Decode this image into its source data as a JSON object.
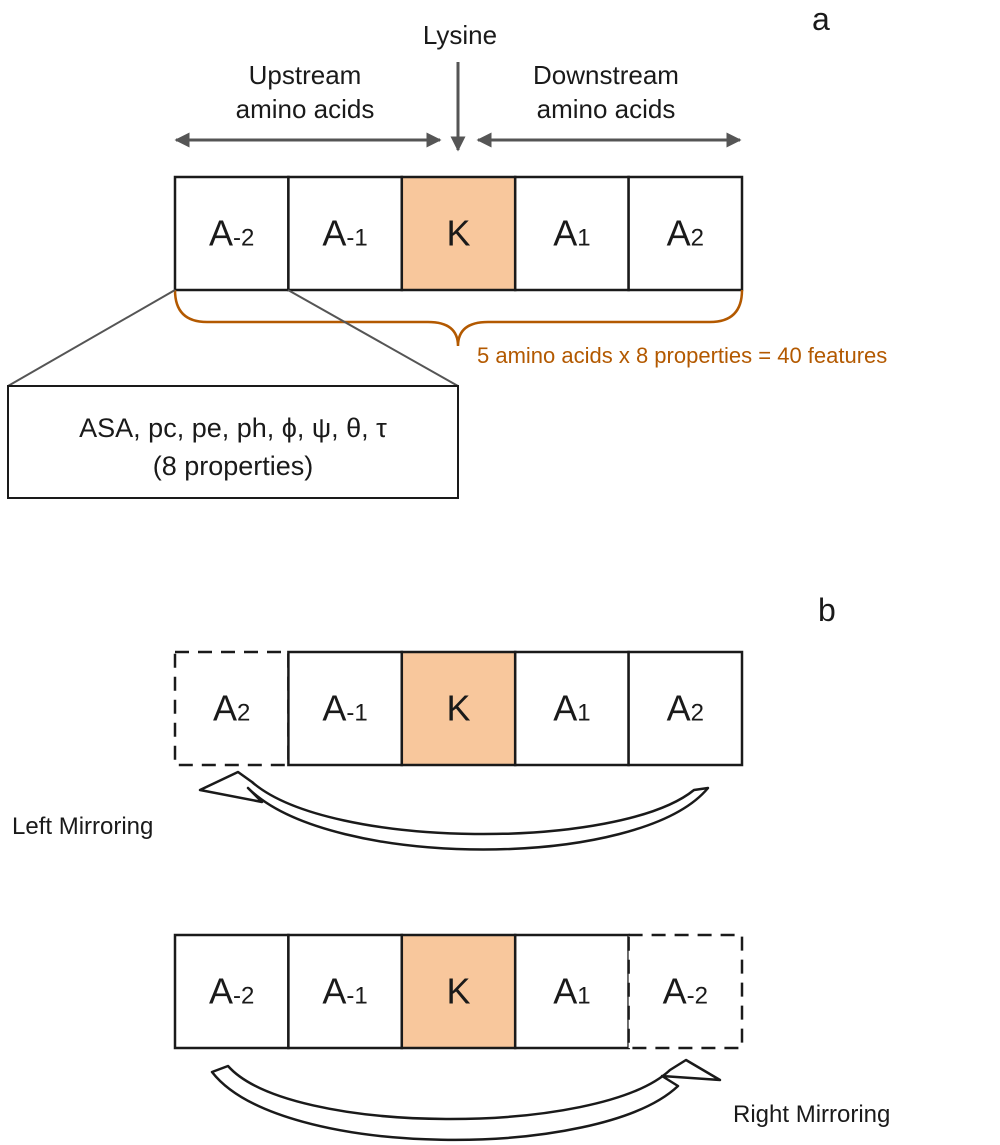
{
  "panel_a": {
    "letter": "a",
    "lysine_label": "Lysine",
    "upstream_label": [
      "Upstream",
      "amino acids"
    ],
    "downstream_label": [
      "Downstream",
      "amino acids"
    ],
    "cells": [
      {
        "base": "A",
        "sub": "-2",
        "highlight": false
      },
      {
        "base": "A",
        "sub": "-1",
        "highlight": false
      },
      {
        "base": "K",
        "sub": "",
        "highlight": true
      },
      {
        "base": "A",
        "sub": "1",
        "highlight": false
      },
      {
        "base": "A",
        "sub": "2",
        "highlight": false
      }
    ],
    "brace_note": "5 amino acids x 8 properties = 40 features",
    "properties_line1": "ASA, pc, pe, ph, ϕ, ψ, θ, τ",
    "properties_line2": "(8 properties)"
  },
  "panel_b": {
    "letter": "b",
    "left_mirroring": {
      "label": "Left Mirroring",
      "cells": [
        {
          "base": "A",
          "sub": "2",
          "highlight": false,
          "dashed": true
        },
        {
          "base": "A",
          "sub": "-1",
          "highlight": false,
          "dashed": false
        },
        {
          "base": "K",
          "sub": "",
          "highlight": true,
          "dashed": false
        },
        {
          "base": "A",
          "sub": "1",
          "highlight": false,
          "dashed": false
        },
        {
          "base": "A",
          "sub": "2",
          "highlight": false,
          "dashed": false
        }
      ]
    },
    "right_mirroring": {
      "label": "Right Mirroring",
      "cells": [
        {
          "base": "A",
          "sub": "-2",
          "highlight": false,
          "dashed": false
        },
        {
          "base": "A",
          "sub": "-1",
          "highlight": false,
          "dashed": false
        },
        {
          "base": "K",
          "sub": "",
          "highlight": true,
          "dashed": false
        },
        {
          "base": "A",
          "sub": "1",
          "highlight": false,
          "dashed": false
        },
        {
          "base": "A",
          "sub": "-2",
          "highlight": false,
          "dashed": true
        }
      ]
    }
  },
  "colors": {
    "highlight_fill": "#f8c79c",
    "brace_color": "#b35900",
    "arrow_color": "#555555",
    "line_color": "#1a1a1a"
  }
}
